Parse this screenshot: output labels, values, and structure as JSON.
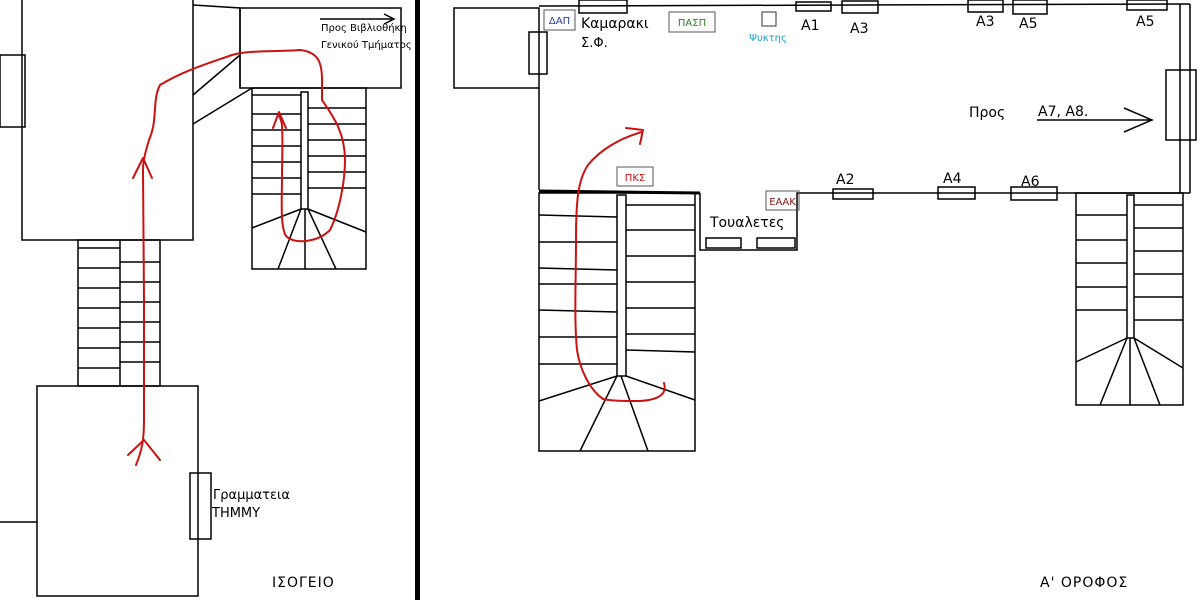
{
  "colors": {
    "route": "#cc1111",
    "dap_label": "#1f3f9f",
    "pasp_label": "#2e7d2e",
    "fridge_label": "#1aa3c9",
    "pks_label": "#cc1111",
    "eaak_label": "#7a1a1a"
  },
  "ground_floor": {
    "title": "ΙΣΟΓΕΙΟ",
    "library_line1": "Προς Βιβλιοθήκη",
    "library_line2": "Γενικού Τμήματος",
    "secretariat_line1": "Γραμματεια",
    "secretariat_line2": "ΤΗΜΜΥ"
  },
  "first_floor": {
    "title": "Α' ΟΡΟΦΟΣ",
    "dap": "ΔΑΠ",
    "kamaraki_line1": "Καμαρακι",
    "kamaraki_line2": "Σ.Φ.",
    "pasp": "ΠΑΣΠ",
    "fridge": "Ψυκτης",
    "fridge_icon": "square-icon",
    "pks": "ΠΚΣ",
    "eaak": "ΕΑΑΚ",
    "toilets": "Τουαλετες",
    "towards": "Προς",
    "towards_rooms": "Α7, Α8.",
    "rooms_top": [
      "Α1",
      "Α3",
      "Α3",
      "Α5",
      "Α5"
    ],
    "rooms_bottom": [
      "Α2",
      "Α4",
      "Α6"
    ]
  }
}
